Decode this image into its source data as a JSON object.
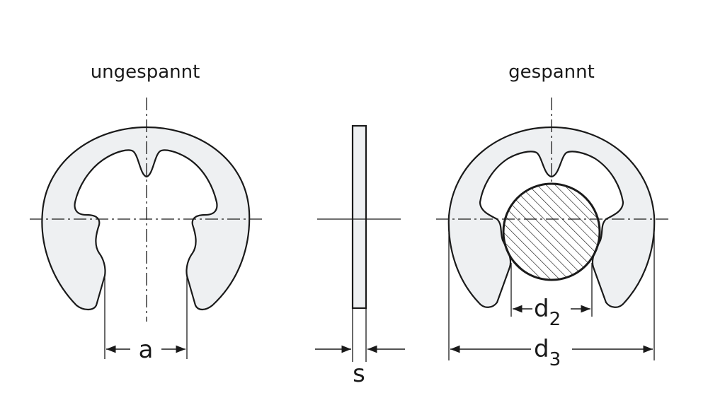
{
  "labels": {
    "left_view": "ungespannt",
    "right_view": "gespannt",
    "dim_a": "a",
    "dim_s": "s",
    "dim_d2_main": "d",
    "dim_d2_sub": "2",
    "dim_d3_main": "d",
    "dim_d3_sub": "3"
  },
  "colors": {
    "ring_fill": "#eef0f2",
    "stroke": "#1a1a1a",
    "shaft_fill": "#ffffff"
  }
}
